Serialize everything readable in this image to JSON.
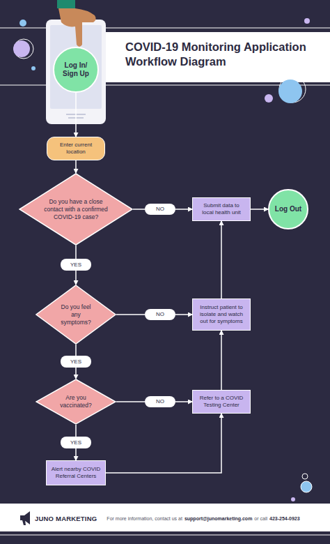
{
  "diagram": {
    "title": "COVID-19 Monitoring Application Workflow Diagram",
    "nodes": [
      {
        "text": [
          "Log In/ Sign Up"
        ]
      },
      {
        "text": [
          "Enter current location"
        ]
      },
      {
        "text": [
          "Do you have a close contact with a confirmed COVID-19 case?"
        ]
      },
      {
        "text": [
          "NO"
        ]
      },
      {
        "text": [
          "Submit data to local health unit"
        ]
      },
      {
        "text": [
          "Log Out"
        ]
      },
      {
        "text": [
          "YES"
        ]
      },
      {
        "text": [
          "Do you feel any symptoms?"
        ]
      },
      {
        "text": [
          "NO"
        ]
      },
      {
        "text": [
          "Instruct patient to isolate and watch out for symptoms"
        ]
      },
      {
        "text": [
          "YES"
        ]
      },
      {
        "text": [
          "Are you vaccinated?"
        ]
      },
      {
        "text": [
          "NO"
        ]
      },
      {
        "text": [
          "Refer to a COVID Testing Center"
        ]
      },
      {
        "text": [
          "YES"
        ]
      },
      {
        "text": [
          "Alert nearby COVID Referral Centers"
        ]
      }
    ],
    "edges": [
      {
        "from": 0,
        "to": 1,
        "arrow": "to"
      },
      {
        "from": 1,
        "to": 2,
        "arrow": "to"
      },
      {
        "from": 2,
        "to": 3,
        "arrow": "none"
      },
      {
        "from": 3,
        "to": 4,
        "arrow": "to"
      },
      {
        "from": 4,
        "to": 5,
        "arrow": "to"
      },
      {
        "from": 2,
        "to": 6,
        "arrow": "none"
      },
      {
        "from": 6,
        "to": 7,
        "arrow": "to"
      },
      {
        "from": 7,
        "to": 8,
        "arrow": "none"
      },
      {
        "from": 8,
        "to": 9,
        "arrow": "to"
      },
      {
        "from": 9,
        "to": 4,
        "arrow": "to"
      },
      {
        "from": 7,
        "to": 10,
        "arrow": "none"
      },
      {
        "from": 10,
        "to": 11,
        "arrow": "to"
      },
      {
        "from": 11,
        "to": 12,
        "arrow": "none"
      },
      {
        "from": 12,
        "to": 13,
        "arrow": "to"
      },
      {
        "from": 13,
        "to": 9,
        "arrow": "to"
      },
      {
        "from": 11,
        "to": 14,
        "arrow": "none"
      },
      {
        "from": 14,
        "to": 15,
        "arrow": "to"
      },
      {
        "from": 15,
        "to": 13,
        "arrow": "to"
      }
    ],
    "labels": [
      "JUNO MARKETING",
      "For more information, contact us at",
      "support@junomarketing.com",
      "or call",
      "423-254-0923"
    ]
  }
}
